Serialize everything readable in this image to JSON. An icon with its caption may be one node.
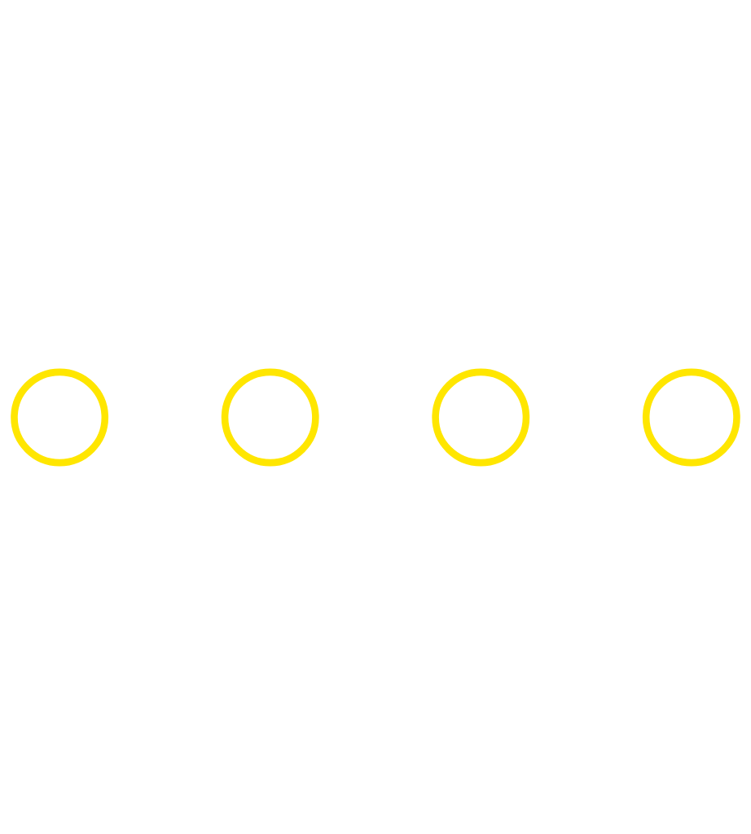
{
  "diagram": {
    "nodes": [
      {
        "text": [],
        "shape": "person"
      },
      {
        "text": [],
        "shape": "person"
      },
      {
        "text": [],
        "shape": "person"
      },
      {
        "text": [],
        "shape": "person"
      }
    ]
  }
}
